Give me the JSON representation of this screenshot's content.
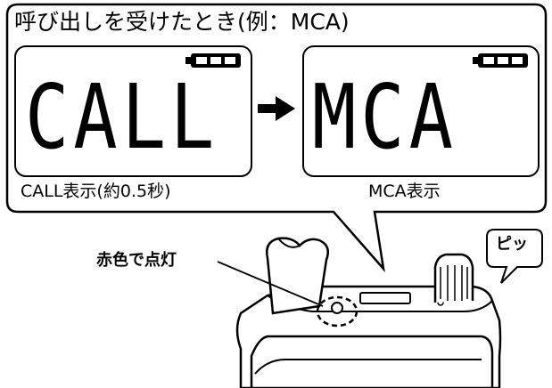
{
  "callout": {
    "title": "呼び出しを受けたとき(例：MCA)"
  },
  "lcd_left": {
    "text": "CALL",
    "caption": "CALL表示(約0.5秒)"
  },
  "lcd_right": {
    "text": "MCA",
    "caption": "MCA表示"
  },
  "labels": {
    "lamp": "赤色で点灯",
    "beep": "ピッ"
  },
  "icons": [
    "battery-icon",
    "right-arrow-icon"
  ]
}
